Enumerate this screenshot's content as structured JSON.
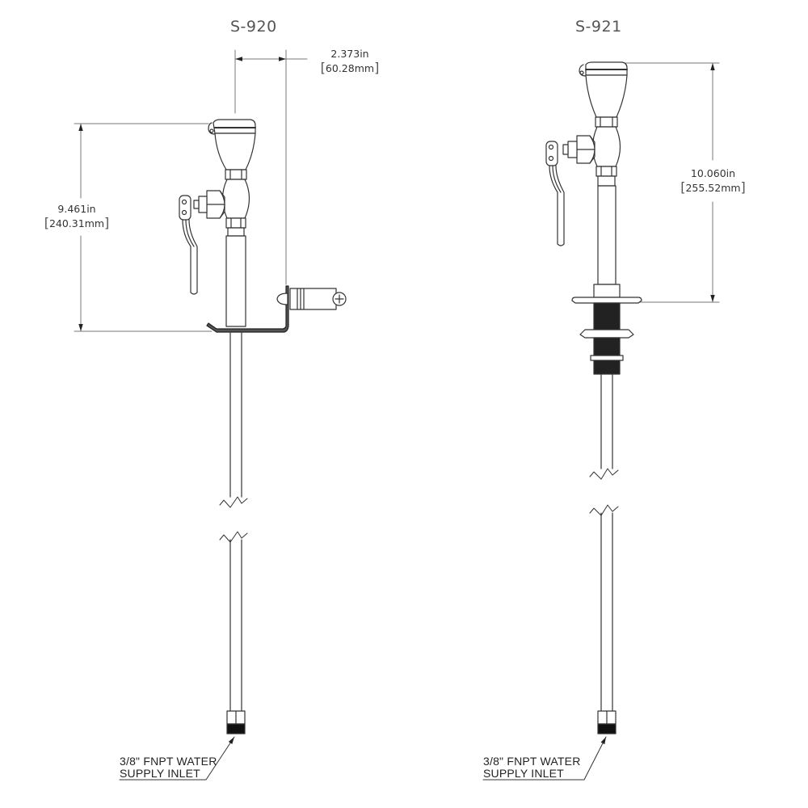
{
  "drawing": {
    "type": "technical dimension drawing",
    "stroke_color": "#333333",
    "background": "#ffffff"
  },
  "views": [
    {
      "model": "S-920",
      "mount": "bracket mount",
      "dimensions": {
        "height": {
          "in": "9.461in",
          "mm": "240.31mm"
        },
        "offset": {
          "in": "2.373in",
          "mm": "60.28mm"
        }
      },
      "callout": {
        "line1": "3/8\" FNPT WATER",
        "line2": "SUPPLY INLET"
      }
    },
    {
      "model": "S-921",
      "mount": "deck mount with threaded shank",
      "dimensions": {
        "height": {
          "in": "10.060in",
          "mm": "255.52mm"
        }
      },
      "callout": {
        "line1": "3/8\" FNPT WATER",
        "line2": "SUPPLY INLET"
      }
    }
  ],
  "brackets": {
    "open": "[",
    "close": "]"
  }
}
